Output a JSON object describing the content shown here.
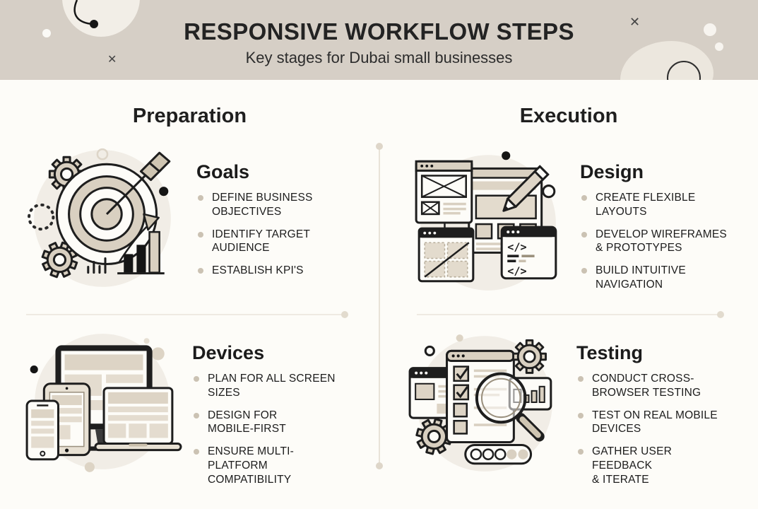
{
  "header": {
    "title": "RESPONSIVE WORKFLOW STEPS",
    "subtitle": "Key stages for Dubai small businesses"
  },
  "decorations": {
    "cross": "✕"
  },
  "columns": [
    {
      "heading": "Preparation",
      "sections": [
        {
          "title": "Goals",
          "icon": "goals-target-icon",
          "items": [
            "DEFINE BUSINESS\nOBJECTIVES",
            "IDENTIFY TARGET\nAUDIENCE",
            "ESTABLISH KPI'S"
          ]
        },
        {
          "title": "Devices",
          "icon": "devices-responsive-icon",
          "items": [
            "PLAN FOR ALL SCREEN\nSIZES",
            "DESIGN FOR\nMOBILE-FIRST",
            "ENSURE MULTI-PLATFORM\nCOMPATIBILITY"
          ]
        }
      ]
    },
    {
      "heading": "Execution",
      "sections": [
        {
          "title": "Design",
          "icon": "design-wireframes-icon",
          "items": [
            "CREATE FLEXIBLE\nLAYOUTS",
            "DEVELOP WIREFRAMES\n& PROTOTYPES",
            "BUILD INTUITIVE\nNAVIGATION"
          ]
        },
        {
          "title": "Testing",
          "icon": "testing-magnifier-icon",
          "items": [
            "CONDUCT CROSS-\nBROWSER TESTING",
            "TEST ON REAL MOBILE\nDEVICES",
            "GATHER USER FEEDBACK\n& ITERATE"
          ]
        }
      ]
    }
  ],
  "colors": {
    "header_bg": "#d6cfc6",
    "body_bg": "#fdfcf8",
    "accent_beige": "#d9d0c1",
    "light_beige": "#e4dccf",
    "icon_circle_bg": "#f1ede6",
    "ink_dark": "#1e1e1e",
    "bullet": "#cbc2b3",
    "divider": "#e9e3d8"
  }
}
